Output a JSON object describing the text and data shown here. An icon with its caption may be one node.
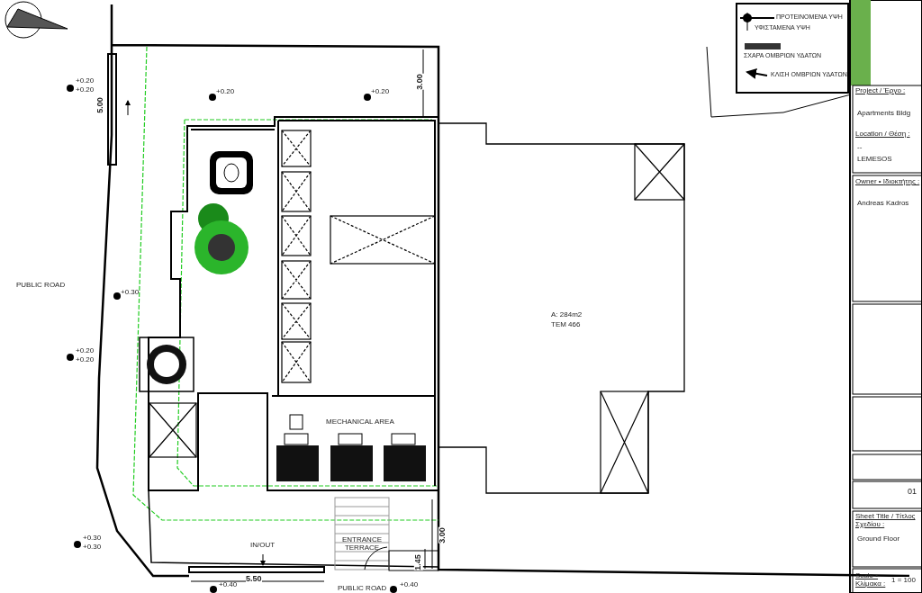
{
  "diagram": {
    "labels": [
      "+0.20",
      "+0.20",
      "5.00",
      "+0.20",
      "+0.20",
      "3.00",
      "PUBLIC ROAD",
      "+0.30",
      "+0.20",
      "+0.20",
      "MECHANICAL AREA",
      "A: 284m2",
      "TEM 466",
      "+0.30",
      "+0.30",
      "IN/OUT",
      "ENTRANCE TERRACE",
      "3.00",
      "1.45",
      "5.50",
      "+0.40",
      "PUBLIC ROAD",
      "+0.40",
      "Project / Έργο :",
      "Apartments Bldg",
      "Location / Θέση :",
      "--",
      "LEMESOS",
      "Owner • Ιδιοκτήτης :",
      "Andreas Kadros",
      "Sheet Title / Τίτλος Σχεδίου :",
      "Ground Floor",
      "Scale • Κλίμακα :",
      "1 = 100",
      "01"
    ],
    "legend": [
      {
        "text": "ΠΡΟΤΕΙΝΟΜΕΝΑ ΥΨΗ"
      },
      {
        "text": "ΥΦΙΣΤΑΜΕΝΑ ΥΨΗ"
      },
      {
        "text": "ΣΧΑΡΑ ΟΜΒΡΙΩΝ ΥΔΑΤΩΝ"
      },
      {
        "text": "ΚΛΙΣΗ ΟΜΒΡΙΩΝ ΥΔΑΤΩΝ"
      }
    ]
  }
}
